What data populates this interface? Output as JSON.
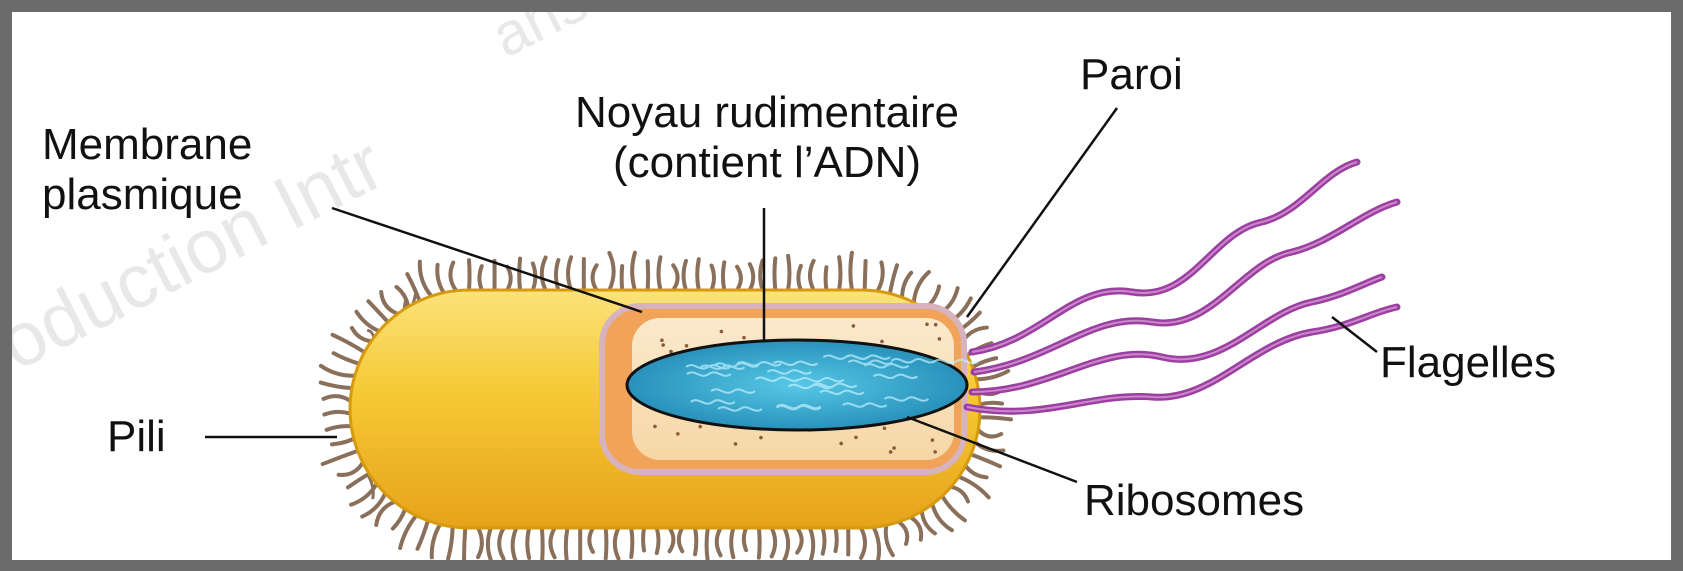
{
  "labels": {
    "membrane": [
      "Membrane",
      "plasmique"
    ],
    "noyau": [
      "Noyau rudimentaire",
      "(contient l’ADN)"
    ],
    "paroi": "Paroi",
    "flagelles": "Flagelles",
    "pili": "Pili",
    "ribosomes": "Ribosomes"
  },
  "watermark": {
    "lower": "roduction Intr",
    "upper": "ans"
  },
  "colors": {
    "cell_body": "#f4c430",
    "cell_outline": "#e0a000",
    "cytoplasm": "#fbe6c0",
    "cytoplasm_edge": "#f2a35a",
    "nucleoid": "#2aa3c9",
    "flagella": "#9b3fa0",
    "pili": "#8a6f5a",
    "membrane": "#d6b3bd"
  }
}
